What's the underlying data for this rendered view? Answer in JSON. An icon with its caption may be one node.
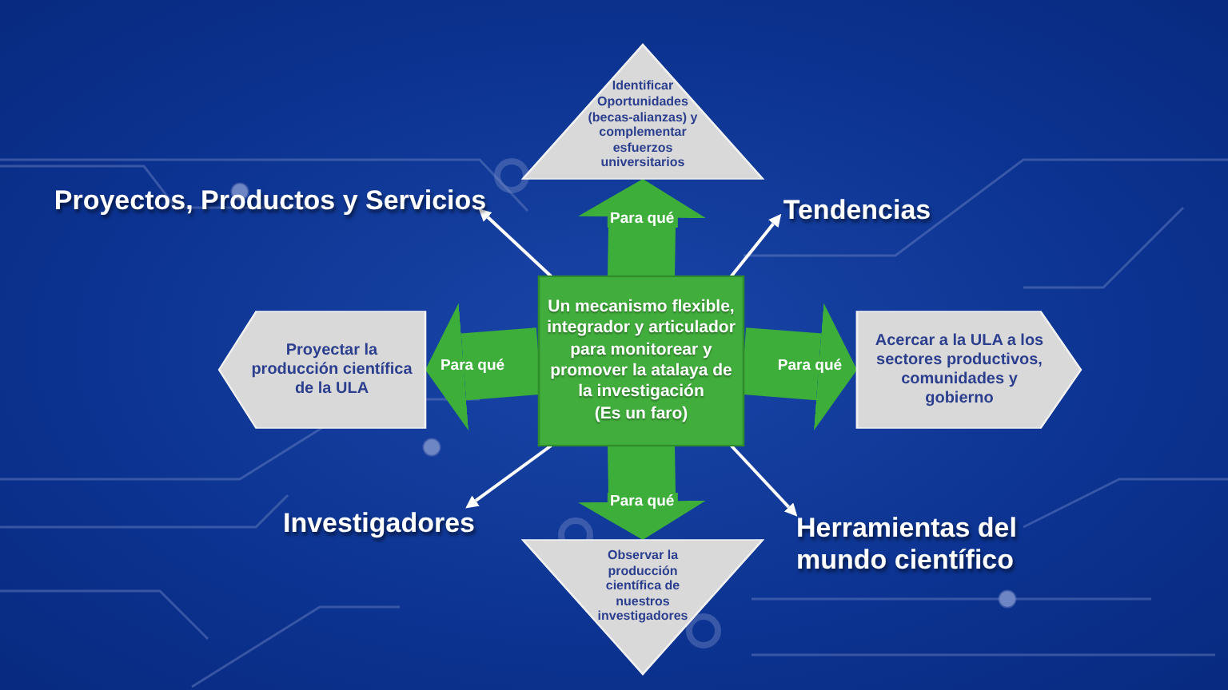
{
  "diagram": {
    "nodes": [
      {
        "text": [
          "Un mecanismo flexible, integrador y articulador para monitorear y promover la atalaya de la investigación",
          "(Es un faro)"
        ]
      },
      {
        "text": [
          "Identificar Oportunidades (becas-alianzas) y complementar esfuerzos universitarios"
        ]
      },
      {
        "text": [
          "Proyectos, Productos y Servicios"
        ]
      },
      {
        "text": [
          "Tendencias"
        ]
      },
      {
        "text": [
          "Proyectar la producción científica de la ULA"
        ]
      },
      {
        "text": [
          "Acercar a la ULA a los sectores productivos, comunidades y gobierno"
        ]
      },
      {
        "text": [
          "Investigadores"
        ]
      },
      {
        "text": [
          "Herramientas del mundo científico"
        ]
      },
      {
        "text": [
          "Observar la producción científica de nuestros investigadores"
        ]
      }
    ],
    "edges": [
      {
        "from": 0,
        "to": 1,
        "arrow": "to",
        "label": "Para qué",
        "style": "thick",
        "color": "#3dae3a"
      },
      {
        "from": 0,
        "to": 4,
        "arrow": "to",
        "label": "Para qué",
        "style": "thick",
        "color": "#3dae3a"
      },
      {
        "from": 0,
        "to": 5,
        "arrow": "to",
        "label": "Para qué",
        "style": "thick",
        "color": "#3dae3a"
      },
      {
        "from": 0,
        "to": 8,
        "arrow": "to",
        "label": "Para qué",
        "style": "thick",
        "color": "#3dae3a"
      },
      {
        "from": 0,
        "to": 2,
        "arrow": "to",
        "color": "#ffffff"
      },
      {
        "from": 0,
        "to": 3,
        "arrow": "to",
        "color": "#ffffff"
      },
      {
        "from": 0,
        "to": 6,
        "arrow": "to",
        "color": "#ffffff"
      },
      {
        "from": 0,
        "to": 7,
        "arrow": "to",
        "color": "#ffffff"
      }
    ]
  }
}
